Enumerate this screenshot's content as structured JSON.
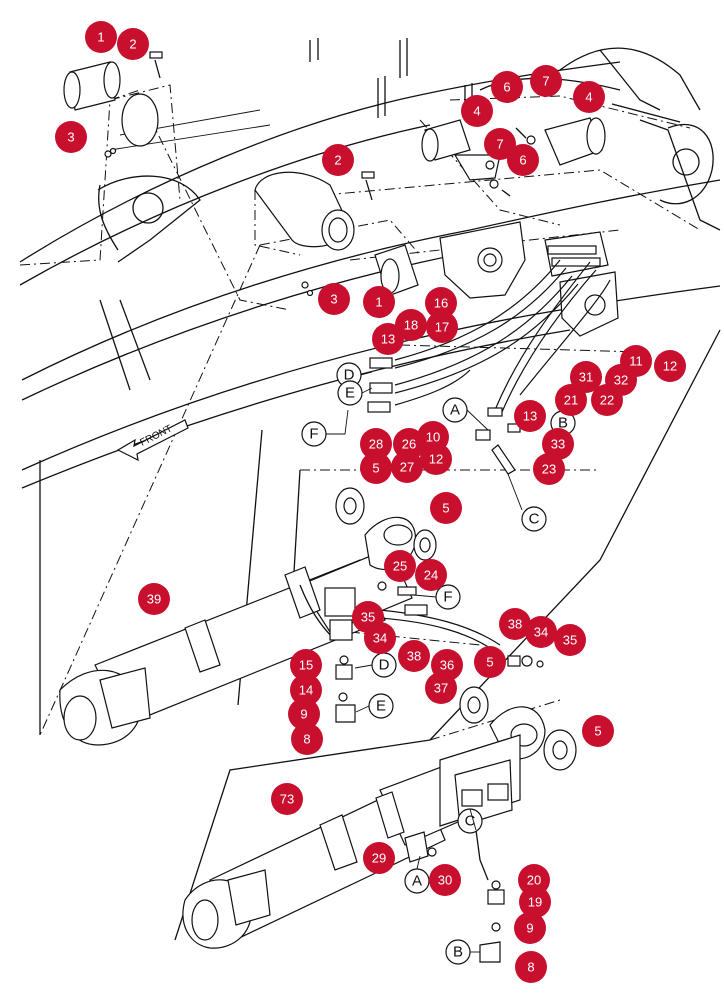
{
  "diagram": {
    "front_label": "FRONT",
    "colors": {
      "callout": "#c8102e",
      "line": "#111111",
      "background": "#ffffff"
    },
    "callouts": [
      "1",
      "2",
      "3",
      "4",
      "5",
      "6",
      "7",
      "8",
      "9",
      "10",
      "11",
      "12",
      "13",
      "14",
      "15",
      "16",
      "17",
      "18",
      "19",
      "20",
      "21",
      "22",
      "23",
      "24",
      "25",
      "26",
      "27",
      "28",
      "29",
      "30",
      "31",
      "32",
      "33",
      "34",
      "35",
      "36",
      "37",
      "38",
      "39",
      "73"
    ],
    "connection_letters": [
      "A",
      "B",
      "C",
      "D",
      "E",
      "F"
    ]
  }
}
